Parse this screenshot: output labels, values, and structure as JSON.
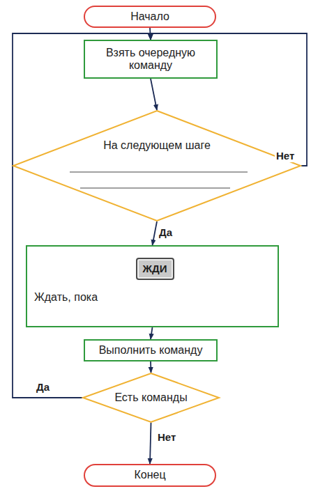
{
  "diagram": {
    "nodes": [
      {
        "text": [
          "Начало"
        ]
      },
      {
        "text": [
          "Взять очередную команду"
        ]
      },
      {
        "text": [
          "На следующем шаге"
        ]
      },
      {
        "text": [
          "Ждать, пока"
        ]
      },
      {
        "text": [
          "ЖДИ"
        ],
        "in": 3
      },
      {
        "text": [
          "Выполнить команду"
        ]
      },
      {
        "text": [
          "Есть команды"
        ]
      },
      {
        "text": [
          "Конец"
        ]
      }
    ],
    "edges": [
      {
        "from": 0,
        "to": 1,
        "arrow": "to"
      },
      {
        "from": 1,
        "to": 2,
        "arrow": "to"
      },
      {
        "from": 2,
        "to": 3,
        "label": "Да",
        "arrow": "to"
      },
      {
        "from": 2,
        "to": 1,
        "label": "Нет",
        "arrow": "to"
      },
      {
        "from": 3,
        "to": 5,
        "arrow": "to"
      },
      {
        "from": 5,
        "to": 6,
        "arrow": "to"
      },
      {
        "from": 6,
        "to": 1,
        "label": "Да",
        "arrow": "to"
      },
      {
        "from": 6,
        "to": 7,
        "label": "Нет",
        "arrow": "to"
      }
    ]
  }
}
